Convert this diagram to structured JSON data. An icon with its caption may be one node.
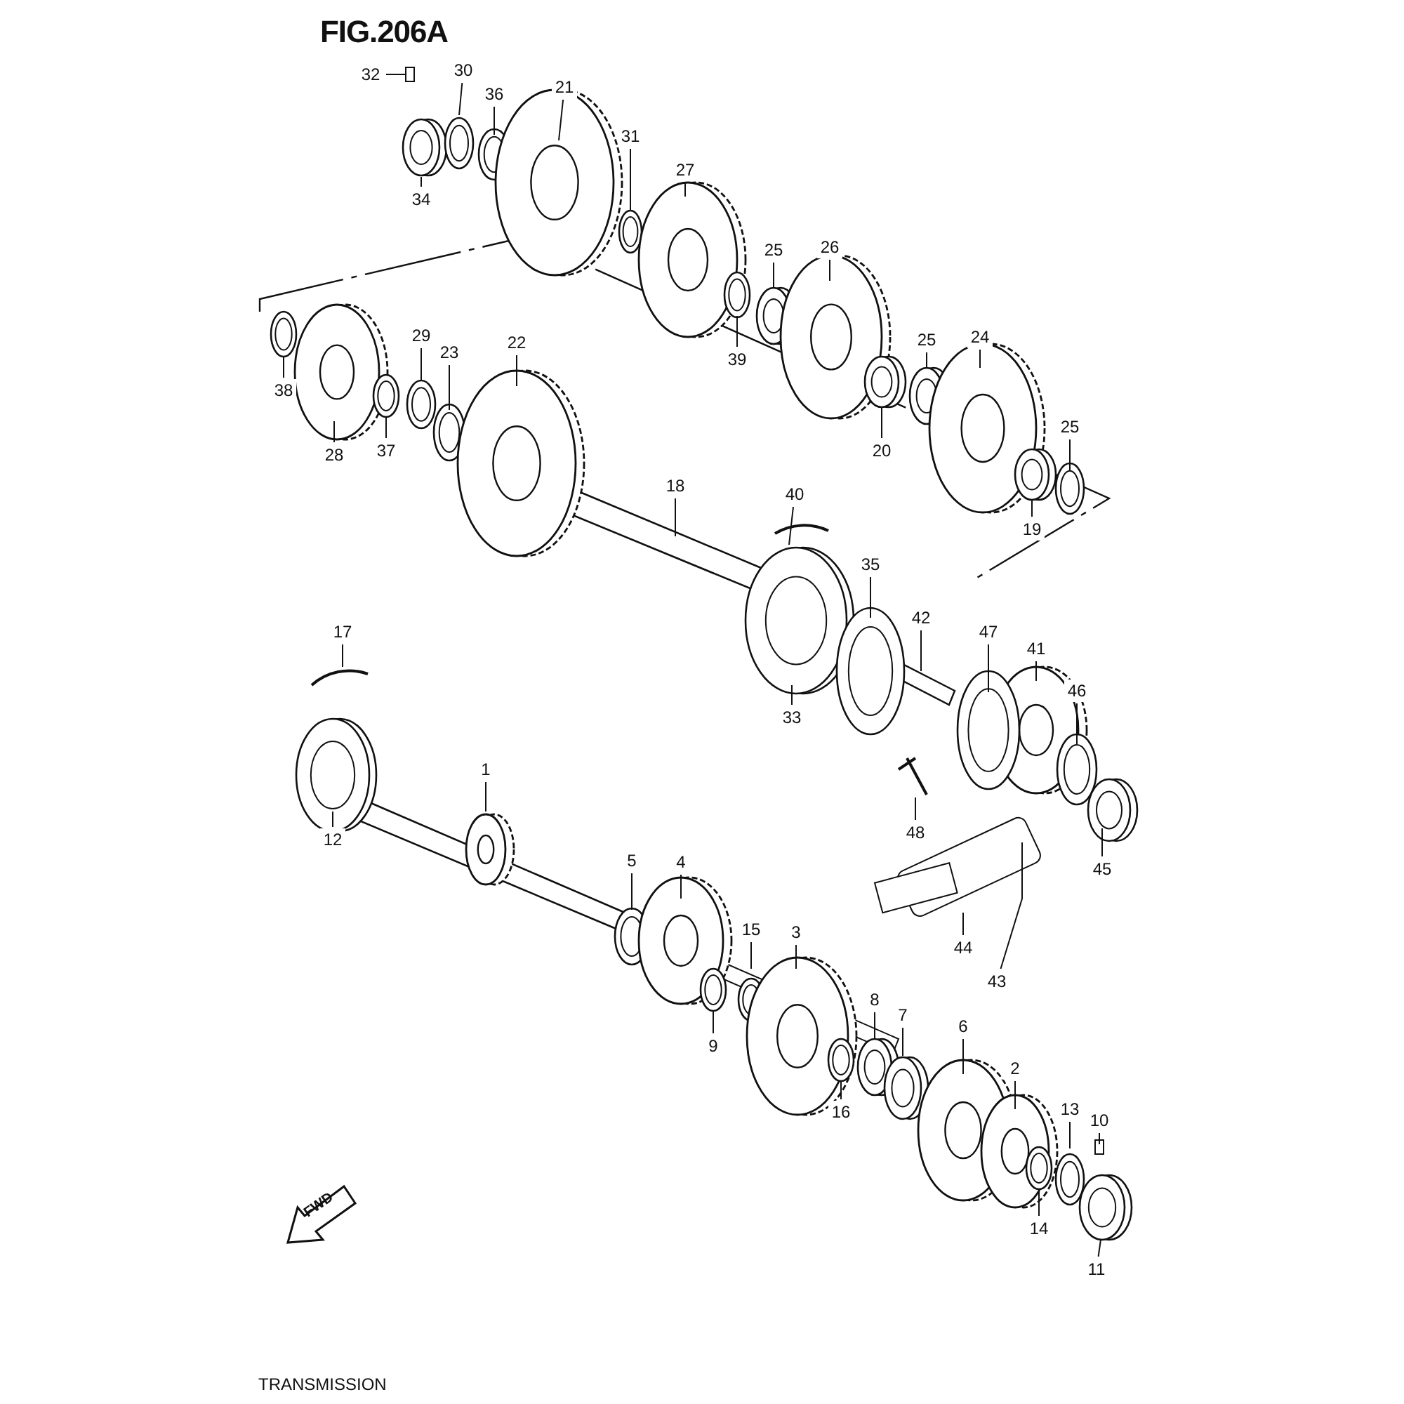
{
  "diagram": {
    "title": "FIG.206A",
    "caption": "TRANSMISSION",
    "nodes": [
      {
        "text": [
          "32"
        ]
      },
      {
        "text": [
          "30"
        ]
      },
      {
        "text": [
          "36"
        ]
      },
      {
        "text": [
          "21"
        ]
      },
      {
        "text": [
          "31"
        ]
      },
      {
        "text": [
          "34"
        ]
      },
      {
        "text": [
          "27"
        ]
      },
      {
        "text": [
          "25"
        ]
      },
      {
        "text": [
          "26"
        ]
      },
      {
        "text": [
          "39"
        ]
      },
      {
        "text": [
          "38"
        ]
      },
      {
        "text": [
          "29"
        ]
      },
      {
        "text": [
          "23"
        ]
      },
      {
        "text": [
          "22"
        ]
      },
      {
        "text": [
          "28"
        ]
      },
      {
        "text": [
          "37"
        ]
      },
      {
        "text": [
          "25"
        ]
      },
      {
        "text": [
          "24"
        ]
      },
      {
        "text": [
          "20"
        ]
      },
      {
        "text": [
          "25"
        ]
      },
      {
        "text": [
          "19"
        ]
      },
      {
        "text": [
          "18"
        ]
      },
      {
        "text": [
          "40"
        ]
      },
      {
        "text": [
          "35"
        ]
      },
      {
        "text": [
          "42"
        ]
      },
      {
        "text": [
          "47"
        ]
      },
      {
        "text": [
          "41"
        ]
      },
      {
        "text": [
          "46"
        ]
      },
      {
        "text": [
          "33"
        ]
      },
      {
        "text": [
          "17"
        ]
      },
      {
        "text": [
          "1"
        ]
      },
      {
        "text": [
          "12"
        ]
      },
      {
        "text": [
          "48"
        ]
      },
      {
        "text": [
          "45"
        ]
      },
      {
        "text": [
          "5"
        ]
      },
      {
        "text": [
          "4"
        ]
      },
      {
        "text": [
          "15"
        ]
      },
      {
        "text": [
          "3"
        ]
      },
      {
        "text": [
          "44"
        ]
      },
      {
        "text": [
          "43"
        ]
      },
      {
        "text": [
          "8"
        ]
      },
      {
        "text": [
          "7"
        ]
      },
      {
        "text": [
          "9"
        ]
      },
      {
        "text": [
          "6"
        ]
      },
      {
        "text": [
          "16"
        ]
      },
      {
        "text": [
          "2"
        ]
      },
      {
        "text": [
          "13"
        ]
      },
      {
        "text": [
          "10"
        ]
      },
      {
        "text": [
          "14"
        ]
      },
      {
        "text": [
          "11"
        ]
      }
    ],
    "edges": [
      {
        "from": 0,
        "to": null,
        "arrow": "none"
      },
      {
        "from": 1,
        "to": null,
        "arrow": "none"
      },
      {
        "from": 2,
        "to": null,
        "arrow": "none"
      },
      {
        "from": 3,
        "to": null,
        "arrow": "none"
      },
      {
        "from": 4,
        "to": null,
        "arrow": "none"
      },
      {
        "from": 5,
        "to": null,
        "arrow": "none"
      },
      {
        "from": 6,
        "to": null,
        "arrow": "none"
      },
      {
        "from": 7,
        "to": null,
        "arrow": "none"
      },
      {
        "from": 8,
        "to": null,
        "arrow": "none"
      },
      {
        "from": 9,
        "to": null,
        "arrow": "none"
      },
      {
        "from": 10,
        "to": null,
        "arrow": "none"
      },
      {
        "from": 11,
        "to": null,
        "arrow": "none"
      },
      {
        "from": 12,
        "to": null,
        "arrow": "none"
      },
      {
        "from": 13,
        "to": null,
        "arrow": "none"
      },
      {
        "from": 14,
        "to": null,
        "arrow": "none"
      },
      {
        "from": 15,
        "to": null,
        "arrow": "none"
      },
      {
        "from": 16,
        "to": null,
        "arrow": "none"
      },
      {
        "from": 17,
        "to": null,
        "arrow": "none"
      },
      {
        "from": 18,
        "to": null,
        "arrow": "none"
      },
      {
        "from": 19,
        "to": null,
        "arrow": "none"
      },
      {
        "from": 20,
        "to": null,
        "arrow": "none"
      },
      {
        "from": 21,
        "to": null,
        "arrow": "none"
      },
      {
        "from": 22,
        "to": null,
        "arrow": "none"
      },
      {
        "from": 23,
        "to": null,
        "arrow": "none"
      },
      {
        "from": 24,
        "to": null,
        "arrow": "none"
      },
      {
        "from": 25,
        "to": null,
        "arrow": "none"
      },
      {
        "from": 26,
        "to": null,
        "arrow": "none"
      },
      {
        "from": 27,
        "to": null,
        "arrow": "none"
      },
      {
        "from": 28,
        "to": null,
        "arrow": "none"
      },
      {
        "from": 29,
        "to": null,
        "arrow": "none"
      },
      {
        "from": 30,
        "to": null,
        "arrow": "none"
      },
      {
        "from": 31,
        "to": null,
        "arrow": "none"
      },
      {
        "from": 32,
        "to": null,
        "arrow": "none"
      },
      {
        "from": 33,
        "to": null,
        "arrow": "none"
      },
      {
        "from": 34,
        "to": null,
        "arrow": "none"
      },
      {
        "from": 35,
        "to": null,
        "arrow": "none"
      },
      {
        "from": 36,
        "to": null,
        "arrow": "none"
      },
      {
        "from": 37,
        "to": null,
        "arrow": "none"
      },
      {
        "from": 38,
        "to": null,
        "arrow": "none"
      },
      {
        "from": 39,
        "to": null,
        "arrow": "none"
      },
      {
        "from": 40,
        "to": null,
        "arrow": "none"
      },
      {
        "from": 41,
        "to": null,
        "arrow": "none"
      },
      {
        "from": 42,
        "to": null,
        "arrow": "none"
      },
      {
        "from": 43,
        "to": null,
        "arrow": "none"
      },
      {
        "from": 44,
        "to": null,
        "arrow": "none"
      },
      {
        "from": 45,
        "to": null,
        "arrow": "none"
      },
      {
        "from": 46,
        "to": null,
        "arrow": "none"
      },
      {
        "from": 47,
        "to": null,
        "arrow": "none"
      },
      {
        "from": 48,
        "to": null,
        "arrow": "none"
      },
      {
        "from": 49,
        "to": null,
        "arrow": "none"
      }
    ],
    "labels": [
      "FWD"
    ]
  }
}
